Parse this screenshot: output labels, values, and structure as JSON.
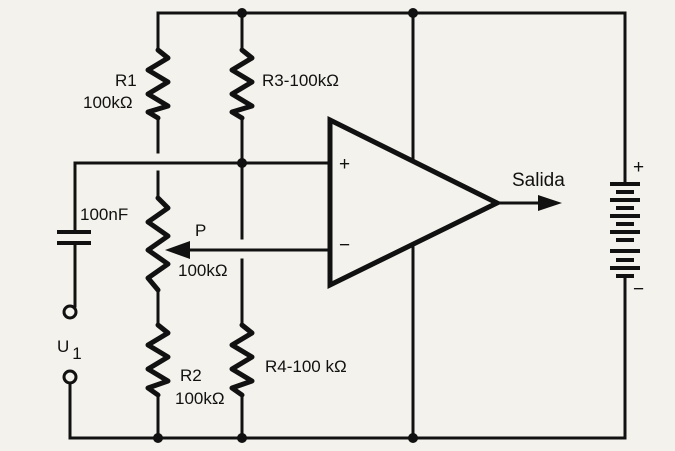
{
  "labels": {
    "r1_name": "R1",
    "r1_value": "100kΩ",
    "r3": "R3-100kΩ",
    "capacitor": "100nF",
    "pot_name": "P",
    "pot_value": "100kΩ",
    "input_name": "U",
    "input_sub": "1",
    "r2_name": "R2",
    "r2_value": "100kΩ",
    "r4": "R4-100 kΩ",
    "opamp_plus": "+",
    "opamp_minus": "−",
    "output": "Salida",
    "battery_plus": "+",
    "battery_minus": "−"
  },
  "colors": {
    "ink": "#111111",
    "paper": "#f3f2ec"
  }
}
